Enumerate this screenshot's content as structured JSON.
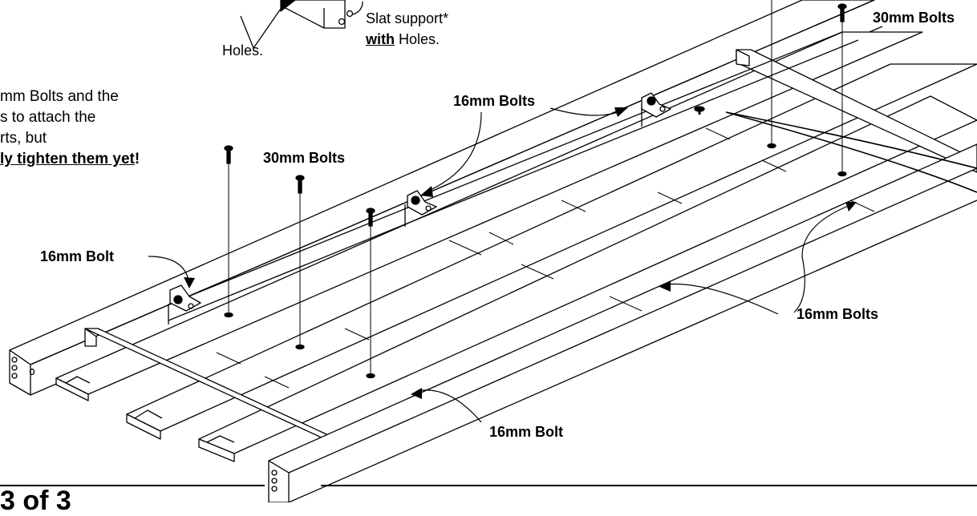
{
  "labels": {
    "holes": "Holes.",
    "slat_support_line1": "Slat support*",
    "slat_support_with": "with",
    "slat_support_holes": " Holes.",
    "bolts30_top_right": "30mm Bolts",
    "bolts30_left": "30mm Bolts",
    "bolts16_top": "16mm Bolts",
    "bolt16_left": "16mm Bolt",
    "bolts16_right": "16mm Bolts",
    "bolt16_bottom": "16mm Bolt"
  },
  "instructions": {
    "line1": "mm Bolts and the",
    "line2": "s to attach the",
    "line3": "rts, but",
    "line4_emph": "ly tighten them yet",
    "line4_end": "!"
  },
  "footer": {
    "page_fragment": "3 of 3"
  }
}
